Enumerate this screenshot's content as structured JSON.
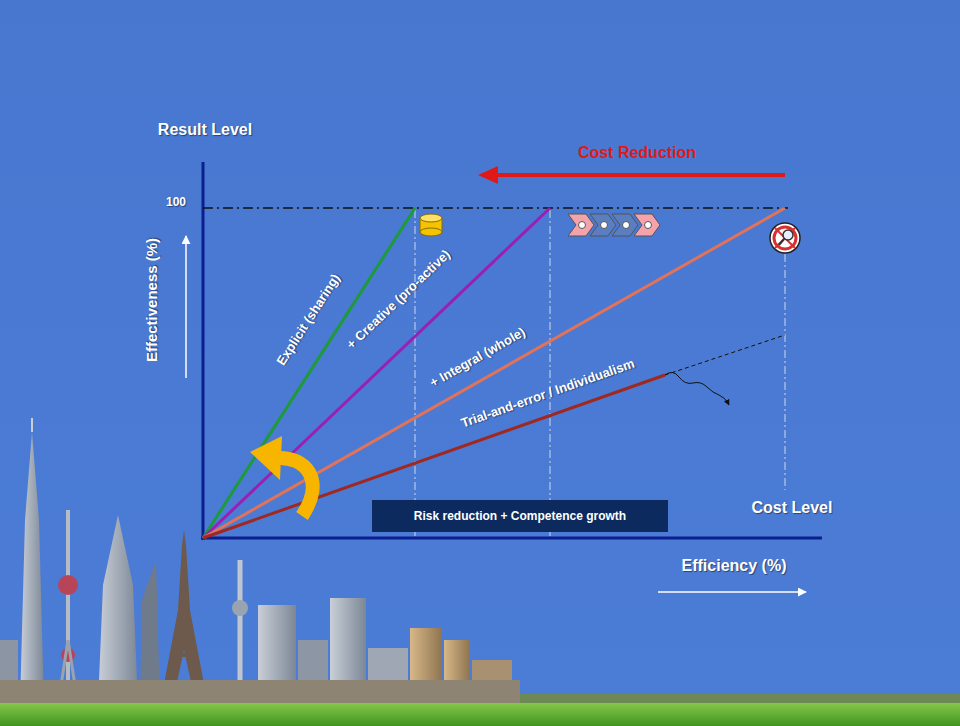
{
  "diagram": {
    "nodes": [
      {
        "text": [
          "Risk reduction + Competence growth"
        ]
      }
    ],
    "labels": [
      "Result Level",
      "Cost Reduction",
      "100",
      "Effectiveness (%)",
      "Explicit (sharing)",
      "+ Creative (pro-active)",
      "+ Integral (whole)",
      "Trial-and-error / Individualism",
      "Cost Level",
      "Efficiency (%)"
    ]
  }
}
